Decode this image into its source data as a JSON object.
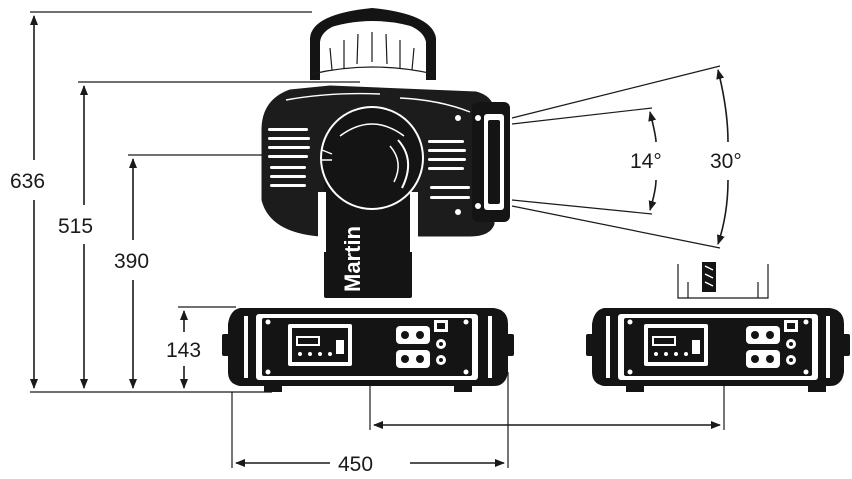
{
  "dimensions": {
    "height_total": "636",
    "height_head": "515",
    "height_tilt_axis": "390",
    "height_base": "143",
    "width_base": "450"
  },
  "angles": {
    "beam_narrow": "14°",
    "beam_wide": "30°"
  },
  "yoke_brand": "Martin",
  "colors": {
    "ink": "#141414",
    "background": "#ffffff"
  }
}
